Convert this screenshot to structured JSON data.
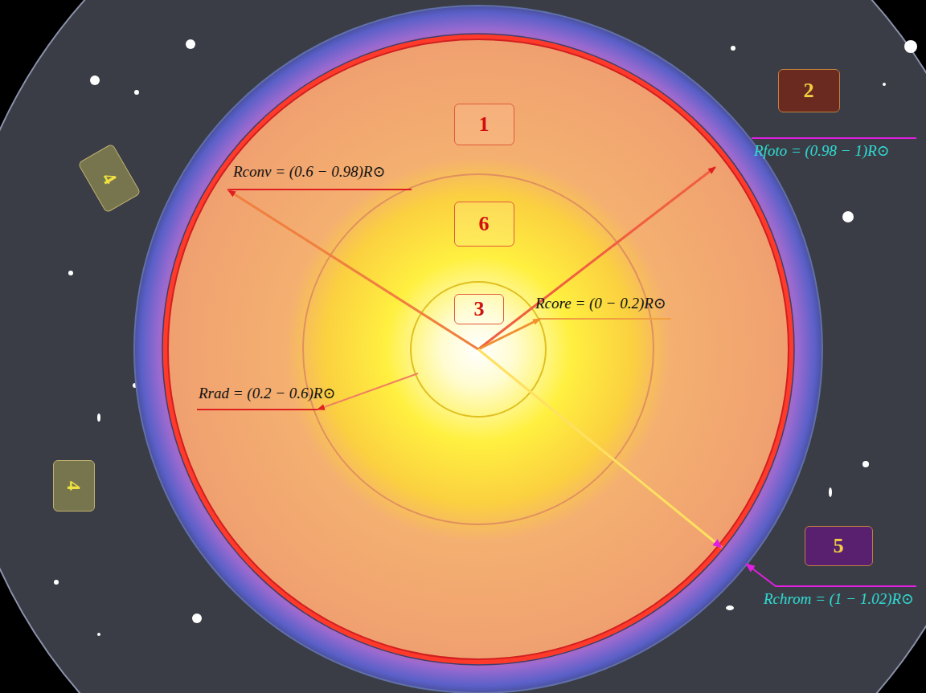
{
  "diagram": {
    "nodes": [
      {
        "text": [
          "1"
        ]
      },
      {
        "text": [
          "2"
        ]
      },
      {
        "text": [
          "4"
        ]
      },
      {
        "text": [
          "6"
        ]
      },
      {
        "text": [
          "3"
        ]
      },
      {
        "text": [
          "4"
        ]
      },
      {
        "text": [
          "5"
        ]
      }
    ],
    "labels": [
      "Rconv = (0.6 − 0.98)R⊙",
      "Rfoto = (0.98 − 1)R⊙",
      "Rcore = (0 − 0.2)R⊙",
      "Rrad = (0.2 − 0.6)R⊙",
      "Rchrom = (1 − 1.02)R⊙"
    ]
  }
}
